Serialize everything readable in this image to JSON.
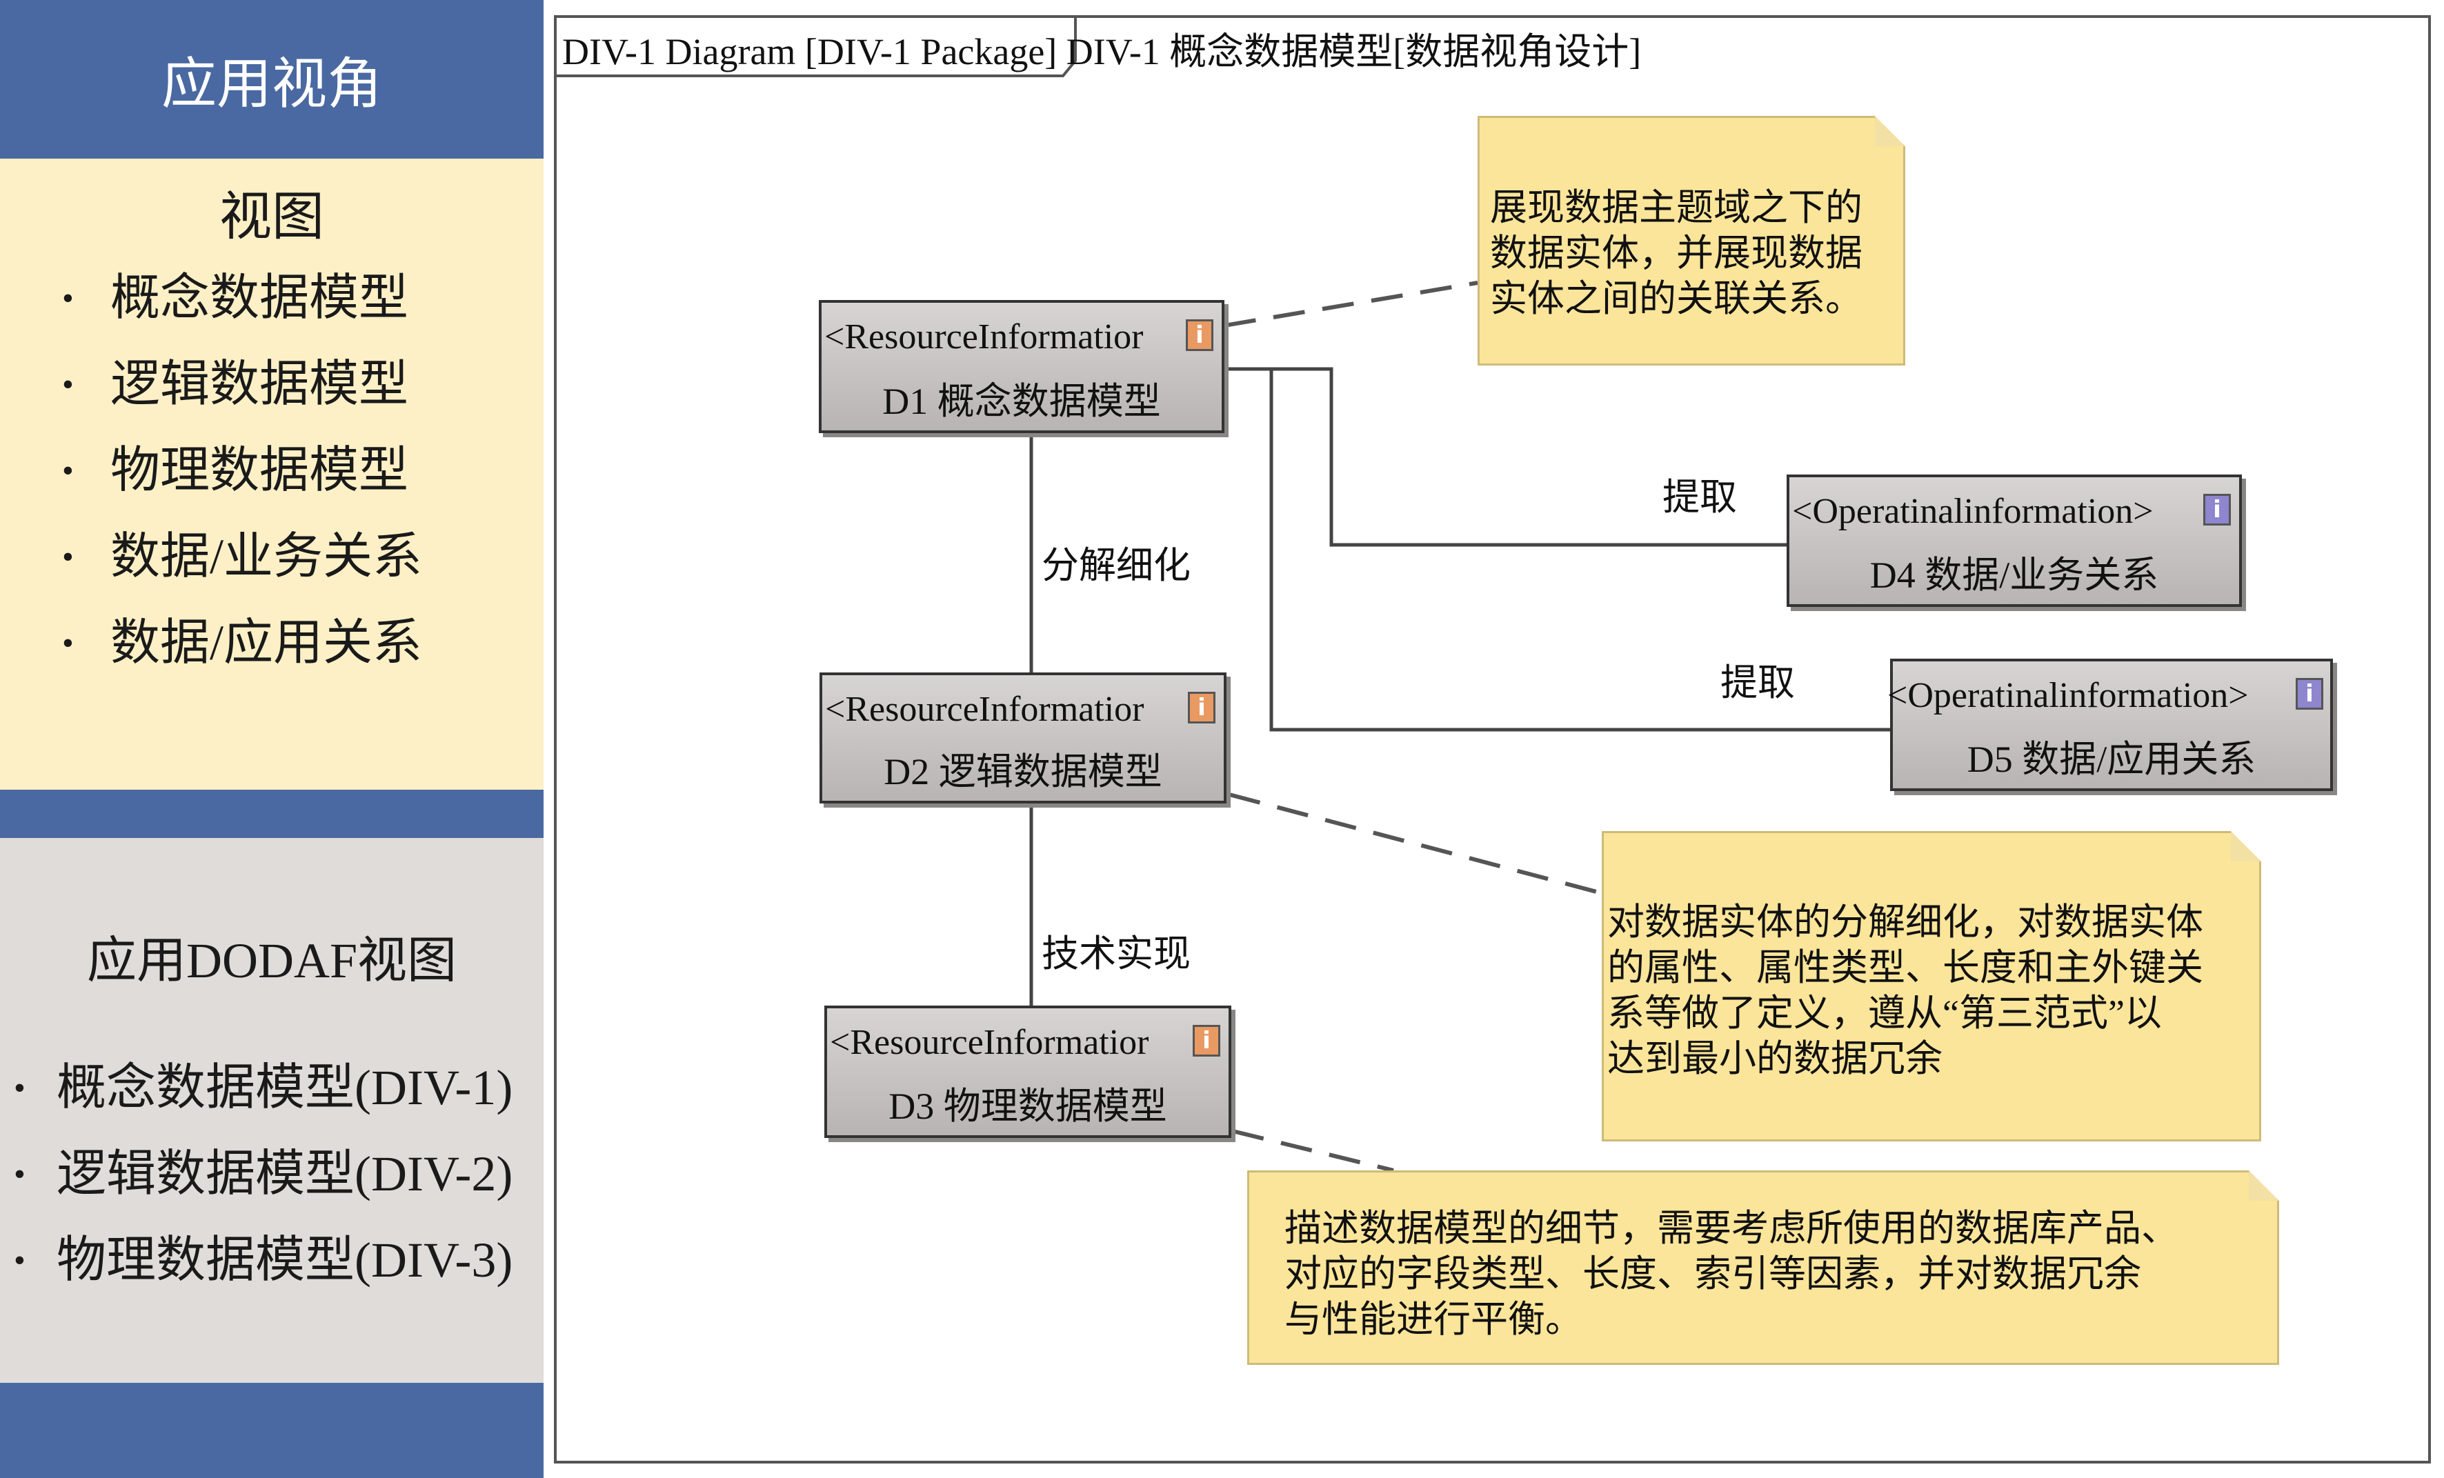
{
  "sidebar": {
    "title": "应用视角",
    "views_heading": "视图",
    "views": [
      "概念数据模型",
      "逻辑数据模型",
      "物理数据模型",
      "数据/业务关系",
      "数据/应用关系"
    ],
    "dodaf_heading": "应用DODAF视图",
    "dodaf_views": [
      "概念数据模型(DIV-1)",
      "逻辑数据模型(DIV-2)",
      "物理数据模型(DIV-3)"
    ]
  },
  "diagram": {
    "frame_title": "DIV-1 Diagram [DIV-1 Package] DIV-1 概念数据模型[数据视角设计]",
    "blocks": {
      "d1": {
        "stereotype": "<ResourceInformatior",
        "name": "D1 概念数据模型"
      },
      "d2": {
        "stereotype": "<ResourceInformatior",
        "name": "D2 逻辑数据模型"
      },
      "d3": {
        "stereotype": "<ResourceInformatior",
        "name": "D3 物理数据模型"
      },
      "d4": {
        "stereotype": "<Operatinalinformation>",
        "name": "D4 数据/业务关系"
      },
      "d5": {
        "stereotype": "<Operatinalinformation>",
        "name": "D5 数据/应用关系"
      }
    },
    "links": {
      "d1_d2": "分解细化",
      "d2_d3": "技术实现",
      "d1_d4": "提取",
      "d1_d5": "提取"
    },
    "notes": {
      "n1": [
        "展现数据主题域之下的",
        "数据实体，并展现数据",
        "实体之间的关联关系。"
      ],
      "n2": [
        "对数据实体的分解细化，对数据实体",
        "的属性、属性类型、长度和主外键关",
        "系等做了定义，遵从“第三范式”以",
        "达到最小的数据冗余"
      ],
      "n3": [
        "描述数据模型的细节，需要考虑所使用的数据库产品、",
        "对应的字段类型、长度、索引等因素，并对数据冗余",
        "与性能进行平衡。"
      ]
    },
    "icons": {
      "info_symbol": "i",
      "resource_color": "#e89a62",
      "operational_color": "#8e86cf"
    }
  },
  "colors": {
    "sidebar_blue": "#4a69a2",
    "views_bg": "#fdf0c6",
    "dodaf_bg": "#dfdcd9",
    "note_bg": "#fbe59a"
  }
}
